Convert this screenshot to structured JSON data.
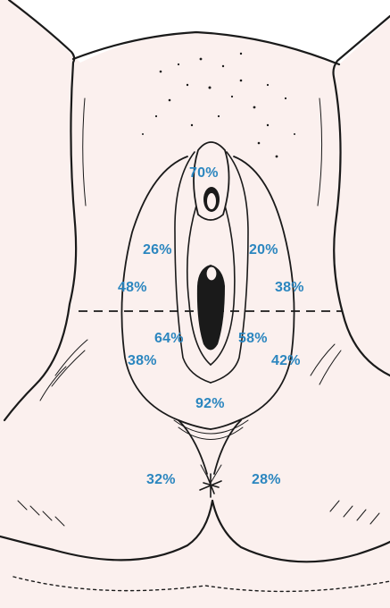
{
  "colors": {
    "skin": "#fbf0ee",
    "background": "#ffffff",
    "ink": "#1a1a1a",
    "label": "#2b86bf"
  },
  "labels": {
    "top_center": "70%",
    "upper_left": "26%",
    "upper_right": "20%",
    "mid_left_outer": "48%",
    "mid_right_outer": "38%",
    "inner_left": "64%",
    "inner_right": "58%",
    "lower_left_outer": "38%",
    "lower_right_outer": "42%",
    "lower_center": "92%",
    "bottom_left": "32%",
    "bottom_right": "28%"
  }
}
